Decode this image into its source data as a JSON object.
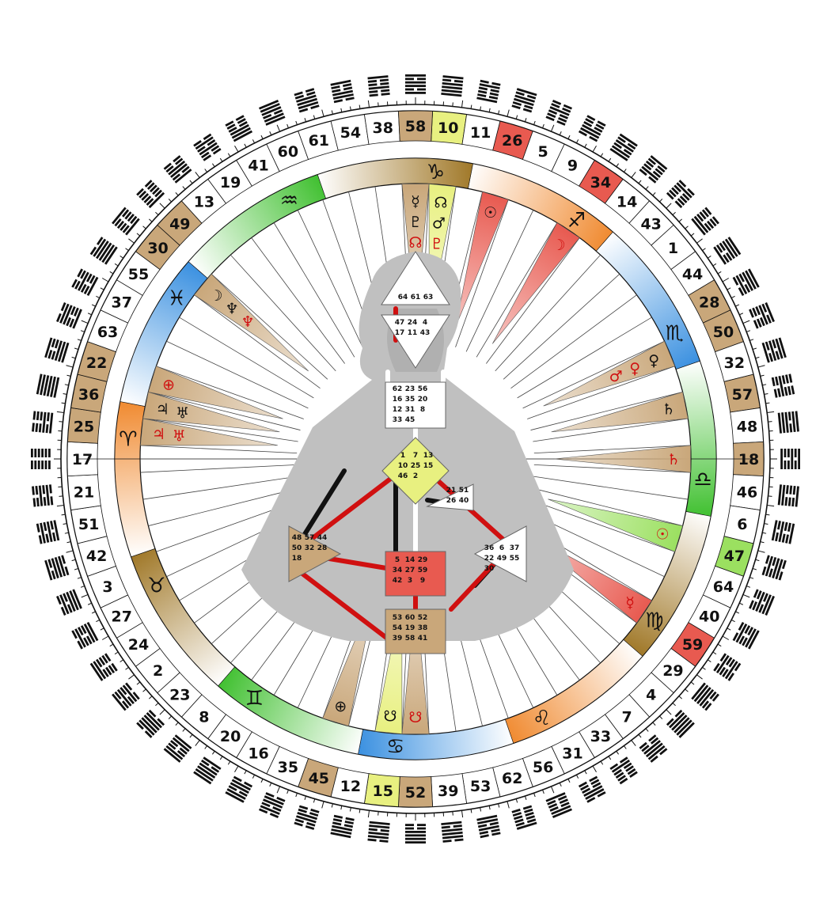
{
  "gates": [
    "10",
    "11",
    "26",
    "5",
    "9",
    "34",
    "14",
    "43",
    "1",
    "44",
    "28",
    "50",
    "32",
    "57",
    "48",
    "18",
    "46",
    "6",
    "47",
    "64",
    "40",
    "59",
    "29",
    "4",
    "7",
    "33",
    "31",
    "56",
    "62",
    "53",
    "39",
    "52",
    "15",
    "12",
    "45",
    "35",
    "16",
    "20",
    "8",
    "23",
    "2",
    "24",
    "27",
    "3",
    "42",
    "51",
    "21",
    "17",
    "25",
    "36",
    "22",
    "63",
    "37",
    "55",
    "30",
    "49",
    "13",
    "19",
    "41",
    "60",
    "61",
    "54",
    "38",
    "58"
  ],
  "gate_colors": {
    "10": "#e8f080",
    "26": "#e85a50",
    "34": "#e85a50",
    "28": "#c9a77a",
    "50": "#c9a77a",
    "57": "#c9a77a",
    "18": "#c9a77a",
    "47": "#9be060",
    "59": "#e85a50",
    "52": "#c9a77a",
    "15": "#e8f080",
    "45": "#c9a77a",
    "25": "#c9a77a",
    "36": "#c9a77a",
    "22": "#c9a77a",
    "30": "#c9a77a",
    "49": "#c9a77a",
    "58": "#c9a77a"
  },
  "signs": [
    {
      "glyph": "♐",
      "colors": [
        "#ffffff",
        "#f08a30"
      ],
      "name": "sagittarius"
    },
    {
      "glyph": "♏",
      "colors": [
        "#ffffff",
        "#3a90e0"
      ],
      "name": "scorpio"
    },
    {
      "glyph": "♎",
      "colors": [
        "#ffffff",
        "#40c030"
      ],
      "name": "libra"
    },
    {
      "glyph": "♍",
      "colors": [
        "#ffffff",
        "#a07828"
      ],
      "name": "virgo"
    },
    {
      "glyph": "♌",
      "colors": [
        "#ffffff",
        "#f08a30"
      ],
      "name": "leo"
    },
    {
      "glyph": "♋",
      "colors": [
        "#ffffff",
        "#3a90e0"
      ],
      "name": "cancer"
    },
    {
      "glyph": "♊",
      "colors": [
        "#ffffff",
        "#40c030"
      ],
      "name": "gemini"
    },
    {
      "glyph": "♉",
      "colors": [
        "#ffffff",
        "#a07828"
      ],
      "name": "taurus"
    },
    {
      "glyph": "♈",
      "colors": [
        "#ffffff",
        "#f08a30"
      ],
      "name": "aries"
    },
    {
      "glyph": "♓",
      "colors": [
        "#ffffff",
        "#3a90e0"
      ],
      "name": "pisces"
    },
    {
      "glyph": "♒",
      "colors": [
        "#ffffff",
        "#40c030"
      ],
      "name": "aquarius"
    },
    {
      "glyph": "♑",
      "colors": [
        "#ffffff",
        "#a07828"
      ],
      "name": "capricorn"
    }
  ],
  "activations": [
    {
      "gate": "10",
      "color": "#e8f080",
      "glyphs": [
        {
          "g": "☊",
          "c": "#111"
        },
        {
          "g": "♂",
          "c": "#111"
        },
        {
          "g": "♇",
          "c": "#d01010"
        }
      ]
    },
    {
      "gate": "58",
      "color": "#c9a77a",
      "glyphs": [
        {
          "g": "☿",
          "c": "#111"
        },
        {
          "g": "♇",
          "c": "#111"
        },
        {
          "g": "☊",
          "c": "#d01010"
        }
      ]
    },
    {
      "gate": "26",
      "color": "#e85a50",
      "glyphs": [
        {
          "g": "☉",
          "c": "#111"
        }
      ]
    },
    {
      "gate": "34",
      "color": "#e85a50",
      "glyphs": [
        {
          "g": "☽",
          "c": "#d01010"
        }
      ]
    },
    {
      "gate": "50",
      "color": "#c9a77a",
      "glyphs": [
        {
          "g": "♀",
          "c": "#111"
        },
        {
          "g": "♀",
          "c": "#d01010"
        },
        {
          "g": "♂",
          "c": "#d01010"
        }
      ]
    },
    {
      "gate": "57",
      "color": "#c9a77a",
      "glyphs": [
        {
          "g": "♄",
          "c": "#111"
        }
      ]
    },
    {
      "gate": "18",
      "color": "#c9a77a",
      "glyphs": [
        {
          "g": "♄",
          "c": "#d01010"
        }
      ]
    },
    {
      "gate": "47",
      "color": "#9be060",
      "glyphs": [
        {
          "g": "☉",
          "c": "#d01010"
        }
      ]
    },
    {
      "gate": "59",
      "color": "#e85a50",
      "glyphs": [
        {
          "g": "☿",
          "c": "#d01010"
        }
      ]
    },
    {
      "gate": "52",
      "color": "#c9a77a",
      "glyphs": [
        {
          "g": "☋",
          "c": "#d01010"
        }
      ]
    },
    {
      "gate": "15",
      "color": "#e8f080",
      "glyphs": [
        {
          "g": "☋",
          "c": "#111"
        }
      ]
    },
    {
      "gate": "45",
      "color": "#c9a77a",
      "glyphs": [
        {
          "g": "⊕",
          "c": "#111"
        }
      ]
    },
    {
      "gate": "25",
      "color": "#c9a77a",
      "glyphs": [
        {
          "g": "♃",
          "c": "#d01010"
        },
        {
          "g": "♅",
          "c": "#d01010"
        }
      ]
    },
    {
      "gate": "36",
      "color": "#c9a77a",
      "glyphs": [
        {
          "g": "♃",
          "c": "#111"
        },
        {
          "g": "♅",
          "c": "#111"
        }
      ]
    },
    {
      "gate": "22",
      "color": "#c9a77a",
      "glyphs": [
        {
          "g": "⊕",
          "c": "#d01010"
        }
      ]
    },
    {
      "gate": "30",
      "color": "#c9a77a",
      "glyphs": [
        {
          "g": "☽",
          "c": "#111"
        },
        {
          "g": "♆",
          "c": "#111"
        },
        {
          "g": "♆",
          "c": "#d01010"
        }
      ]
    }
  ],
  "centers": {
    "head": [
      "64",
      "61",
      "63"
    ],
    "ajna": [
      "47",
      "24",
      "4",
      "17",
      "11",
      "43"
    ],
    "throat": [
      "62",
      "23",
      "56",
      "16",
      "35",
      "20",
      "12",
      "31",
      "8",
      "33",
      "45"
    ],
    "g": [
      "1",
      "7",
      "13",
      "10",
      "25",
      "15",
      "46",
      "2"
    ],
    "heart": [
      "21",
      "51",
      "26",
      "40"
    ],
    "sacral": [
      "5",
      "14",
      "29",
      "34",
      "27",
      "59",
      "42",
      "3",
      "9"
    ],
    "spleen": [
      "48",
      "57",
      "44",
      "50",
      "32",
      "28",
      "18"
    ],
    "solar": [
      "36",
      "6",
      "37",
      "22",
      "49",
      "55",
      "30"
    ],
    "root": [
      "53",
      "60",
      "52",
      "54",
      "19",
      "38",
      "39",
      "58",
      "41"
    ]
  }
}
